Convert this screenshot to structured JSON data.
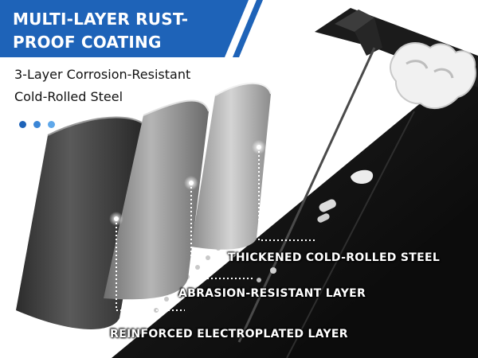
{
  "headline": {
    "line1": "MULTI-LAYER RUST-",
    "line2": "PROOF COATING"
  },
  "subtitle": {
    "line1": "3-Layer Corrosion-Resistant",
    "line2": "Cold-Rolled Steel"
  },
  "callouts": [
    {
      "label": "THICKENED COLD-ROLLED STEEL"
    },
    {
      "label": "ABRASION-RESISTANT LAYER"
    },
    {
      "label": "REINFORCED ELECTROPLATED LAYER"
    }
  ],
  "colors": {
    "banner": "#1e63b8",
    "dot_1": "#1e63b8",
    "dot_2": "#3b86d6",
    "dot_3": "#5fa8ea",
    "rail": "#1a1a1a"
  }
}
